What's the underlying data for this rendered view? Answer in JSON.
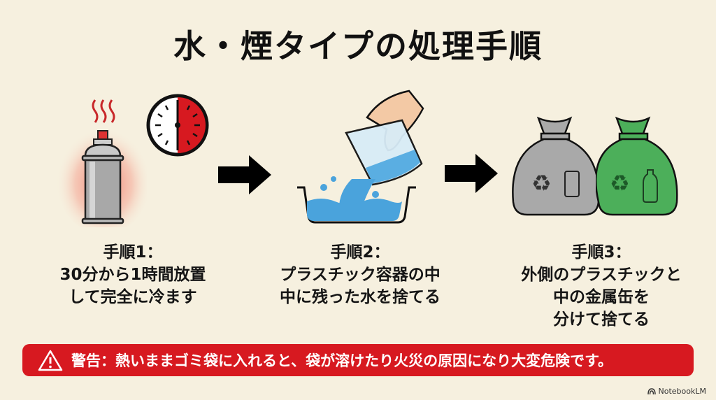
{
  "title": "水・煙タイプの処理手順",
  "steps": [
    {
      "heading": "手順1：",
      "lines": [
        "30分から1時間放置",
        "して完全に冷ます"
      ],
      "icons": [
        "hot-spray-can-icon",
        "timer-clock-icon"
      ]
    },
    {
      "heading": "手順2：",
      "lines": [
        "プラスチック容器の中",
        "中に残った水を捨てる"
      ],
      "icons": [
        "pouring-water-icon"
      ]
    },
    {
      "heading": "手順3：",
      "lines": [
        "外側のプラスチックと",
        "中の金属缶を",
        "分けて捨てる"
      ],
      "icons": [
        "gray-recycle-bag-can-icon",
        "green-recycle-bag-bottle-icon"
      ]
    }
  ],
  "arrows": [
    "arrow-right-icon",
    "arrow-right-icon"
  ],
  "warning": {
    "icon": "warning-triangle-icon",
    "text": "警告：熱いままゴミ袋に入れると、袋が溶けたり火災の原因になり大変危険です。"
  },
  "brand": "NotebookLM",
  "colors": {
    "background": "#f6f0df",
    "warning_red": "#d71920",
    "accent_red": "#d71920",
    "water_blue": "#4aa3dc",
    "bag_gray": "#a9a9a9",
    "bag_green": "#4caf5a"
  }
}
